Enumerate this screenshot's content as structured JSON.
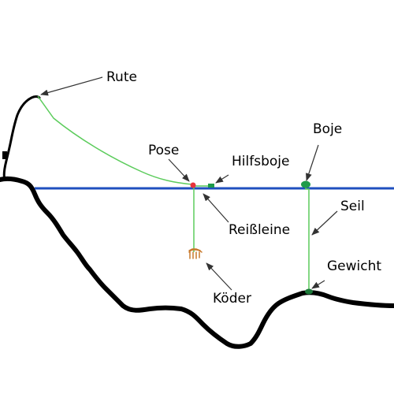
{
  "labels": {
    "rod": "Rute",
    "float": "Pose",
    "helper_buoy": "Hilfsboje",
    "buoy": "Boje",
    "rip_line": "Reißleine",
    "rope": "Seil",
    "weight": "Gewicht",
    "bait": "Köder"
  },
  "colors": {
    "background": "#ffffff",
    "ground": "#000000",
    "water_line": "#1f4fbf",
    "fishing_line": "#5ccc5c",
    "rope": "#5ccc5c",
    "float": "#e8323c",
    "helper_buoy": "#1e9b4a",
    "buoy": "#1e9b4a",
    "weight": "#1e7a3a",
    "bait": "#c8782a",
    "arrows": "#333333"
  },
  "icons": {
    "float": "red-float-icon",
    "helper_buoy": "green-marker-icon",
    "buoy": "green-buoy-icon",
    "weight": "green-weight-icon",
    "bait": "bait-icon",
    "reel": "reel-icon"
  }
}
